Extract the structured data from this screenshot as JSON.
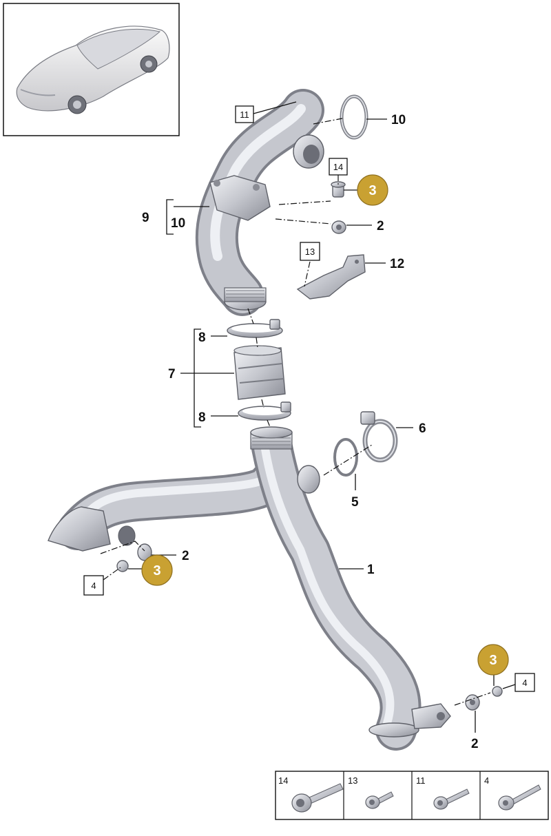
{
  "callouts": {
    "c1": "1",
    "c2a": "2",
    "c2b": "2",
    "c2c": "2",
    "c3a": "3",
    "c3b": "3",
    "c3c": "3",
    "c4a": "4",
    "c4b": "4",
    "c5": "5",
    "c6": "6",
    "c7": "7",
    "c8a": "8",
    "c8b": "8",
    "c9": "9",
    "c10a": "10",
    "c10b": "10",
    "c11": "11",
    "c12": "12",
    "c13": "13",
    "c14": "14"
  },
  "legend": {
    "cells": [
      {
        "label": "14"
      },
      {
        "label": "13"
      },
      {
        "label": "11"
      },
      {
        "label": "4"
      }
    ]
  },
  "colors": {
    "highlight": "#c9a132",
    "metal_light": "#e4e5ea",
    "metal_dark": "#8c8e97"
  }
}
